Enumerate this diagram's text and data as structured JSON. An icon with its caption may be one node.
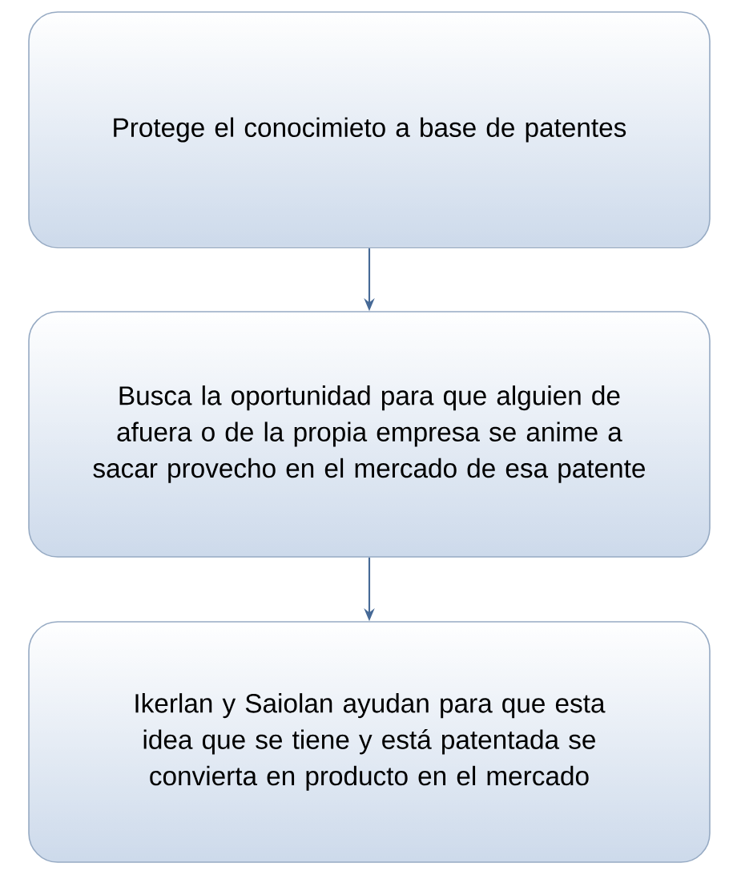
{
  "diagram": {
    "nodes": [
      {
        "text": [
          "Protege el conocimieto a base de patentes"
        ]
      },
      {
        "text": [
          "Busca la oportunidad para que alguien de afuera o de la propia empresa se anime a sacar provecho en el mercado de esa patente"
        ]
      },
      {
        "text": [
          "Ikerlan y Saiolan ayudan para que esta idea que se tiene y está patentada se convierta en  producto en el mercado"
        ]
      }
    ],
    "edges": [
      {
        "from": 0,
        "to": 1,
        "arrow": "to"
      },
      {
        "from": 1,
        "to": 2,
        "arrow": "to"
      }
    ]
  }
}
